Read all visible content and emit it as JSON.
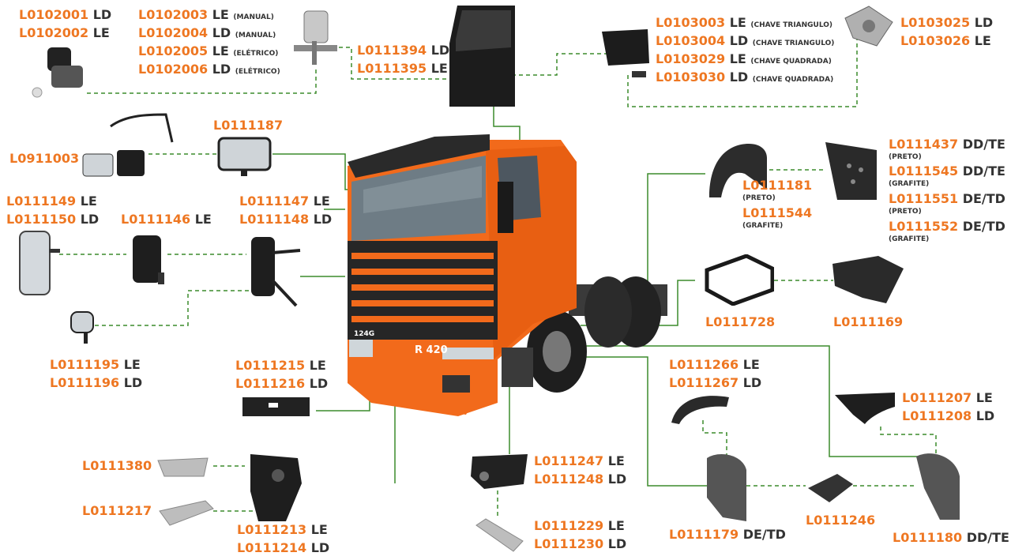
{
  "colors": {
    "code": "#ee7722",
    "text": "#333333",
    "line_solid": "#3c8c2c",
    "line_dash": "#3c8c2c",
    "truck": "#f26a1b"
  },
  "labels": [
    {
      "code": "L0102001",
      "side": "LD"
    },
    {
      "code": "L0102002",
      "side": "LE"
    },
    {
      "code": "L0102003",
      "side": "LE",
      "note": "(MANUAL)"
    },
    {
      "code": "L0102004",
      "side": "LD",
      "note": "(MANUAL)"
    },
    {
      "code": "L0102005",
      "side": "LE",
      "note": "(ELÉTRICO)"
    },
    {
      "code": "L0102006",
      "side": "LD",
      "note": "(ELÉTRICO)"
    },
    {
      "code": "L0111394",
      "side": "LD"
    },
    {
      "code": "L0111395",
      "side": "LE"
    },
    {
      "code": "L0103003",
      "side": "LE",
      "note": "(CHAVE TRIANGULO)"
    },
    {
      "code": "L0103004",
      "side": "LD",
      "note": "(CHAVE TRIANGULO)"
    },
    {
      "code": "L0103029",
      "side": "LE",
      "note": "(CHAVE QUADRADA)"
    },
    {
      "code": "L0103030",
      "side": "LD",
      "note": "(CHAVE QUADRADA)"
    },
    {
      "code": "L0103025",
      "side": "LD"
    },
    {
      "code": "L0103026",
      "side": "LE"
    },
    {
      "code": "L0111187",
      "side": ""
    },
    {
      "code": "L0911003",
      "side": ""
    },
    {
      "code": "L0111437",
      "side": "DD/TE"
    },
    {
      "code": "L0111545",
      "side": "DD/TE"
    },
    {
      "code": "L0111551",
      "side": "DE/TD"
    },
    {
      "code": "L0111552",
      "side": "DE/TD"
    },
    {
      "code": "L0111181",
      "side": ""
    },
    {
      "code": "L0111544",
      "side": ""
    },
    {
      "code": "L0111149",
      "side": "LE"
    },
    {
      "code": "L0111150",
      "side": "LD"
    },
    {
      "code": "L0111146",
      "side": "LE"
    },
    {
      "code": "L0111147",
      "side": "LE"
    },
    {
      "code": "L0111148",
      "side": "LD"
    },
    {
      "code": "L0111728",
      "side": ""
    },
    {
      "code": "L0111169",
      "side": ""
    },
    {
      "code": "L0111195",
      "side": "LE"
    },
    {
      "code": "L0111196",
      "side": "LD"
    },
    {
      "code": "L0111215",
      "side": "LE"
    },
    {
      "code": "L0111216",
      "side": "LD"
    },
    {
      "code": "L0111266",
      "side": "LE"
    },
    {
      "code": "L0111267",
      "side": "LD"
    },
    {
      "code": "L0111207",
      "side": "LE"
    },
    {
      "code": "L0111208",
      "side": "LD"
    },
    {
      "code": "L0111380",
      "side": ""
    },
    {
      "code": "L0111217",
      "side": ""
    },
    {
      "code": "L0111247",
      "side": "LE"
    },
    {
      "code": "L0111248",
      "side": "LD"
    },
    {
      "code": "L0111213",
      "side": "LE"
    },
    {
      "code": "L0111214",
      "side": "LD"
    },
    {
      "code": "L0111229",
      "side": "LE"
    },
    {
      "code": "L0111230",
      "side": "LD"
    },
    {
      "code": "L0111246",
      "side": ""
    },
    {
      "code": "L0111179",
      "side": "DE/TD"
    },
    {
      "code": "L0111180",
      "side": "DD/TE"
    }
  ],
  "subnotes": {
    "preto_a": "(PRETO)",
    "grafite_a": "(GRAFITE)",
    "preto_b": "(PRETO)",
    "grafite_b": "(GRAFITE)",
    "preto_c": "(PRETO)",
    "grafite_c": "(GRAFITE)"
  },
  "truck": {
    "model_badge": "R 420",
    "grille_badge": "124G"
  }
}
